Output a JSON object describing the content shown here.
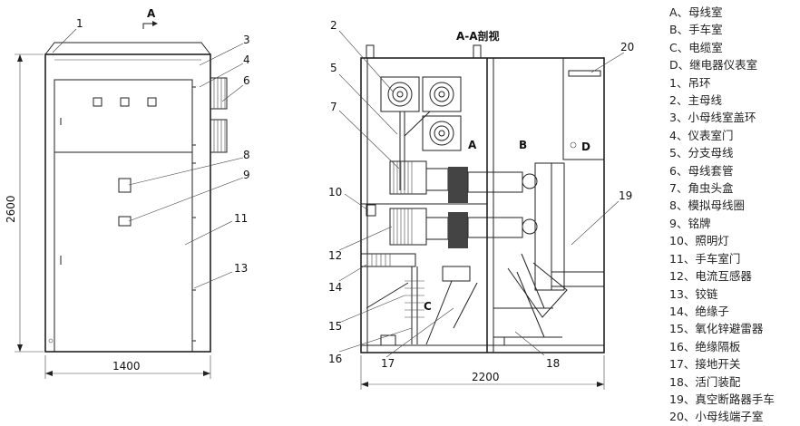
{
  "section_title": "A-A剖视",
  "view_arrow_label": "A",
  "dimensions": {
    "height": "2600",
    "width_front": "1400",
    "depth_section": "2200"
  },
  "compartment_labels": {
    "a": "A",
    "b": "B",
    "c": "C",
    "d": "D"
  },
  "callouts": {
    "n1": "1",
    "n2": "2",
    "n3": "3",
    "n4": "4",
    "n5": "5",
    "n6": "6",
    "n7": "7",
    "n8": "8",
    "n9": "9",
    "n10": "10",
    "n11": "11",
    "n12": "12",
    "n13": "13",
    "n14": "14",
    "n15": "15",
    "n16": "16",
    "n17": "17",
    "n18": "18",
    "n19": "19",
    "n20": "20"
  },
  "legend": [
    "A、母线室",
    "B、手车室",
    "C、电缆室",
    "D、继电器仪表室",
    "1、吊环",
    "2、主母线",
    "3、小母线室盖环",
    "4、仪表室门",
    "5、分支母线",
    "6、母线套管",
    "7、角虫头盒",
    "8、模拟母线圈",
    "9、铭牌",
    "10、照明灯",
    "11、手车室门",
    "12、电流互感器",
    "13、铰链",
    "14、绝缘子",
    "15、氧化锌避雷器",
    "16、绝缘隔板",
    "17、接地开关",
    "18、活门装配",
    "19、真空断路器手车",
    "20、小母线端子室"
  ]
}
